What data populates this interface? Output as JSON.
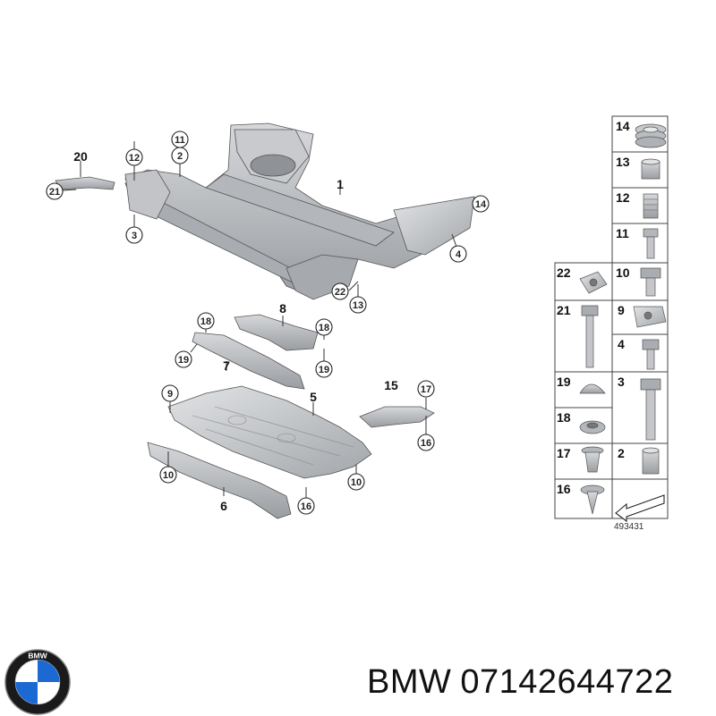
{
  "callouts": {
    "c20": "20",
    "c12": "12",
    "c11": "11",
    "c2": "2",
    "c21": "21",
    "c3": "3",
    "c1": "1",
    "c14": "14",
    "c4": "4",
    "c22": "22",
    "c13": "13",
    "c8": "8",
    "c18a": "18",
    "c18b": "18",
    "c19a": "19",
    "c19b": "19",
    "c7": "7",
    "c9": "9",
    "c5": "5",
    "c15": "15",
    "c17": "17",
    "c16a": "16",
    "c10a": "10",
    "c10b": "10",
    "c6": "6",
    "c16b": "16"
  },
  "parts_table": {
    "right_col": [
      "14",
      "13",
      "12",
      "11",
      "10",
      "9",
      "4",
      "3",
      "2"
    ],
    "left_col": [
      "22",
      "21",
      "19",
      "18",
      "17",
      "16"
    ]
  },
  "diagram_ref": "493431",
  "caption": {
    "brand": "BMW",
    "part_number": "07142644722"
  },
  "colors": {
    "part_fill": "#b9bcc0",
    "part_dark": "#8a8d91",
    "line": "#333333"
  }
}
